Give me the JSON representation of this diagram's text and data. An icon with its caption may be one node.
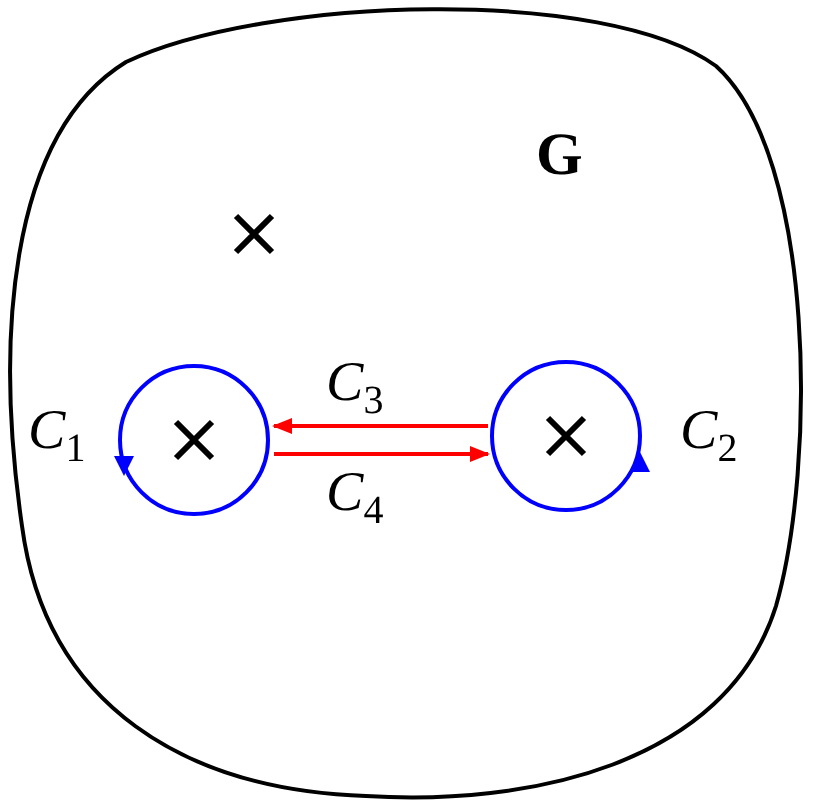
{
  "diagram": {
    "nodes": [
      {
        "text": [
          "G"
        ]
      },
      {
        "text": [
          "C$_{1}$"
        ],
        "in": 0
      },
      {
        "text": [
          "C$_{2}$"
        ],
        "in": 0
      }
    ],
    "edges": [
      {
        "from": 2,
        "to": 1,
        "arrow": "to",
        "label": "C$_{3}$",
        "color": "#ff0000"
      },
      {
        "from": 1,
        "to": 2,
        "arrow": "to",
        "label": "C$_{4}$",
        "color": "#ff0000"
      }
    ]
  }
}
